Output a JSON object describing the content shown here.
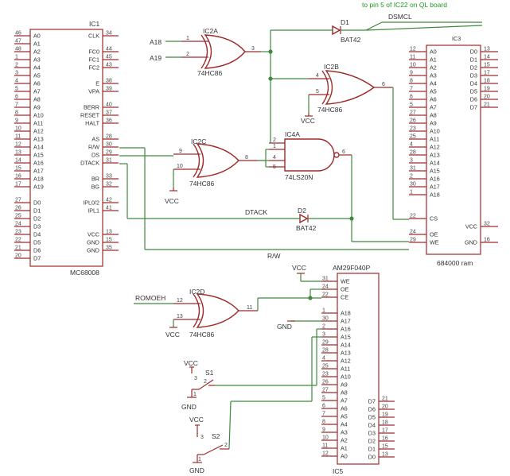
{
  "note": "to pin 5 of IC22 on QL board",
  "nets": {
    "dsmcl": "DSMCL",
    "dtack": "DTACK",
    "rw": "R/W",
    "romoeh": "ROMOEH",
    "a18": "A18",
    "a19": "A19"
  },
  "power": {
    "vcc": "VCC",
    "gnd": "GND"
  },
  "ic1": {
    "ref": "IC1",
    "part": "MC68008",
    "left": [
      {
        "pin": "46",
        "name": "A0"
      },
      {
        "pin": "47",
        "name": "A1"
      },
      {
        "pin": "48",
        "name": "A2"
      },
      {
        "pin": "1",
        "name": "A3"
      },
      {
        "pin": "2",
        "name": "A4"
      },
      {
        "pin": "3",
        "name": "A5"
      },
      {
        "pin": "4",
        "name": "A6"
      },
      {
        "pin": "5",
        "name": "A7"
      },
      {
        "pin": "6",
        "name": "A8"
      },
      {
        "pin": "7",
        "name": "A9"
      },
      {
        "pin": "8",
        "name": "A10"
      },
      {
        "pin": "9",
        "name": "A11"
      },
      {
        "pin": "10",
        "name": "A12"
      },
      {
        "pin": "11",
        "name": "A13"
      },
      {
        "pin": "12",
        "name": "A14"
      },
      {
        "pin": "13",
        "name": "A15"
      },
      {
        "pin": "14",
        "name": "A16"
      },
      {
        "pin": "15",
        "name": "A17"
      },
      {
        "pin": "16",
        "name": "A18"
      },
      {
        "pin": "17",
        "name": "A19"
      },
      {
        "pin": "",
        "name": ""
      },
      {
        "pin": "27",
        "name": "D0"
      },
      {
        "pin": "26",
        "name": "D1"
      },
      {
        "pin": "25",
        "name": "D2"
      },
      {
        "pin": "24",
        "name": "D3"
      },
      {
        "pin": "23",
        "name": "D4"
      },
      {
        "pin": "22",
        "name": "D5"
      },
      {
        "pin": "21",
        "name": "D6"
      },
      {
        "pin": "20",
        "name": "D7"
      }
    ],
    "right": [
      {
        "pin": "34",
        "name": "CLK"
      },
      {
        "pin": "",
        "name": ""
      },
      {
        "pin": "44",
        "name": "FC0"
      },
      {
        "pin": "45",
        "name": "FC1"
      },
      {
        "pin": "43",
        "name": "FC2"
      },
      {
        "pin": "",
        "name": ""
      },
      {
        "pin": "38",
        "name": "E"
      },
      {
        "pin": "39",
        "name": "VPA"
      },
      {
        "pin": "",
        "name": ""
      },
      {
        "pin": "40",
        "name": "BERR"
      },
      {
        "pin": "37",
        "name": "RESET"
      },
      {
        "pin": "36",
        "name": "HALT"
      },
      {
        "pin": "",
        "name": ""
      },
      {
        "pin": "28",
        "name": "AS"
      },
      {
        "pin": "30",
        "name": "R/W"
      },
      {
        "pin": "29",
        "name": "DS"
      },
      {
        "pin": "31",
        "name": "DTACK"
      },
      {
        "pin": "",
        "name": ""
      },
      {
        "pin": "33",
        "name": "BR"
      },
      {
        "pin": "32",
        "name": "BG"
      },
      {
        "pin": "",
        "name": ""
      },
      {
        "pin": "42",
        "name": "IPL0/2"
      },
      {
        "pin": "41",
        "name": "IPL1"
      },
      {
        "pin": "",
        "name": ""
      },
      {
        "pin": "",
        "name": ""
      },
      {
        "pin": "13",
        "name": "VCC"
      },
      {
        "pin": "15",
        "name": "GND"
      },
      {
        "pin": "35",
        "name": "GND"
      }
    ]
  },
  "ic3": {
    "ref": "IC3",
    "part": "684000 ram",
    "left": [
      {
        "pin": "12",
        "name": "A0"
      },
      {
        "pin": "11",
        "name": "A1"
      },
      {
        "pin": "10",
        "name": "A2"
      },
      {
        "pin": "9",
        "name": "A3"
      },
      {
        "pin": "8",
        "name": "A4"
      },
      {
        "pin": "7",
        "name": "A5"
      },
      {
        "pin": "6",
        "name": "A6"
      },
      {
        "pin": "5",
        "name": "A7"
      },
      {
        "pin": "27",
        "name": "A8"
      },
      {
        "pin": "26",
        "name": "A9"
      },
      {
        "pin": "23",
        "name": "A10"
      },
      {
        "pin": "25",
        "name": "A11"
      },
      {
        "pin": "4",
        "name": "A12"
      },
      {
        "pin": "28",
        "name": "A13"
      },
      {
        "pin": "3",
        "name": "A14"
      },
      {
        "pin": "31",
        "name": "A15"
      },
      {
        "pin": "2",
        "name": "A16"
      },
      {
        "pin": "30",
        "name": "A17"
      },
      {
        "pin": "1",
        "name": "A18"
      },
      {
        "pin": "",
        "name": ""
      },
      {
        "pin": "",
        "name": ""
      },
      {
        "pin": "22",
        "name": "CS"
      },
      {
        "pin": "",
        "name": ""
      },
      {
        "pin": "24",
        "name": "OE"
      },
      {
        "pin": "29",
        "name": "WE"
      }
    ],
    "right": [
      {
        "pin": "13",
        "name": "D0"
      },
      {
        "pin": "14",
        "name": "D1"
      },
      {
        "pin": "15",
        "name": "D2"
      },
      {
        "pin": "17",
        "name": "D3"
      },
      {
        "pin": "18",
        "name": "D4"
      },
      {
        "pin": "19",
        "name": "D5"
      },
      {
        "pin": "20",
        "name": "D6"
      },
      {
        "pin": "21",
        "name": "D7"
      },
      {
        "pin": "",
        "name": ""
      },
      {
        "pin": "",
        "name": ""
      },
      {
        "pin": "",
        "name": ""
      },
      {
        "pin": "",
        "name": ""
      },
      {
        "pin": "",
        "name": ""
      },
      {
        "pin": "",
        "name": ""
      },
      {
        "pin": "",
        "name": ""
      },
      {
        "pin": "",
        "name": ""
      },
      {
        "pin": "",
        "name": ""
      },
      {
        "pin": "",
        "name": ""
      },
      {
        "pin": "",
        "name": ""
      },
      {
        "pin": "",
        "name": ""
      },
      {
        "pin": "",
        "name": ""
      },
      {
        "pin": "",
        "name": ""
      },
      {
        "pin": "32",
        "name": "VCC"
      },
      {
        "pin": "",
        "name": ""
      },
      {
        "pin": "16",
        "name": "GND"
      }
    ]
  },
  "ic5": {
    "ref": "IC5",
    "part": "AM29F040P",
    "left": [
      {
        "pin": "31",
        "name": "WE"
      },
      {
        "pin": "24",
        "name": "OE"
      },
      {
        "pin": "22",
        "name": "CE"
      },
      {
        "pin": "",
        "name": ""
      },
      {
        "pin": "1",
        "name": "A18"
      },
      {
        "pin": "30",
        "name": "A17"
      },
      {
        "pin": "2",
        "name": "A16"
      },
      {
        "pin": "3",
        "name": "A15"
      },
      {
        "pin": "29",
        "name": "A14"
      },
      {
        "pin": "28",
        "name": "A13"
      },
      {
        "pin": "4",
        "name": "A12"
      },
      {
        "pin": "25",
        "name": "A11"
      },
      {
        "pin": "23",
        "name": "A10"
      },
      {
        "pin": "26",
        "name": "A9"
      },
      {
        "pin": "27",
        "name": "A8"
      },
      {
        "pin": "5",
        "name": "A7"
      },
      {
        "pin": "6",
        "name": "A6"
      },
      {
        "pin": "7",
        "name": "A5"
      },
      {
        "pin": "8",
        "name": "A4"
      },
      {
        "pin": "9",
        "name": "A3"
      },
      {
        "pin": "10",
        "name": "A2"
      },
      {
        "pin": "11",
        "name": "A1"
      },
      {
        "pin": "12",
        "name": "A0"
      }
    ],
    "right": [
      {
        "pin": "21",
        "name": "D7"
      },
      {
        "pin": "20",
        "name": "D6"
      },
      {
        "pin": "19",
        "name": "D5"
      },
      {
        "pin": "18",
        "name": "D4"
      },
      {
        "pin": "17",
        "name": "D3"
      },
      {
        "pin": "16",
        "name": "D2"
      },
      {
        "pin": "15",
        "name": "D1"
      },
      {
        "pin": "13",
        "name": "D0"
      }
    ]
  },
  "gates": {
    "ic2a": {
      "ref": "IC2A",
      "part": "74HC86",
      "in1": "1",
      "in2": "2",
      "out": "3"
    },
    "ic2b": {
      "ref": "IC2B",
      "part": "74HC86",
      "in1": "4",
      "in2": "5",
      "out": "6"
    },
    "ic2c": {
      "ref": "IC2C",
      "part": "74HC86",
      "in1": "9",
      "in2": "10",
      "out": "8"
    },
    "ic2d": {
      "ref": "IC2D",
      "part": "74HC86",
      "in1": "12",
      "in2": "13",
      "out": "11"
    },
    "ic4a": {
      "ref": "IC4A",
      "part": "74LS20N",
      "in1": "2",
      "in2": "1",
      "in3": "4",
      "in4": "5",
      "out": "6"
    }
  },
  "diodes": {
    "d1": {
      "ref": "D1",
      "part": "BAT42"
    },
    "d2": {
      "ref": "D2",
      "part": "BAT42"
    }
  },
  "switches": {
    "s1": {
      "ref": "S1",
      "p1": "1",
      "p2": "2",
      "p3": "3"
    },
    "s2": {
      "ref": "S2",
      "p1": "1",
      "p2": "2",
      "p3": "3"
    }
  }
}
